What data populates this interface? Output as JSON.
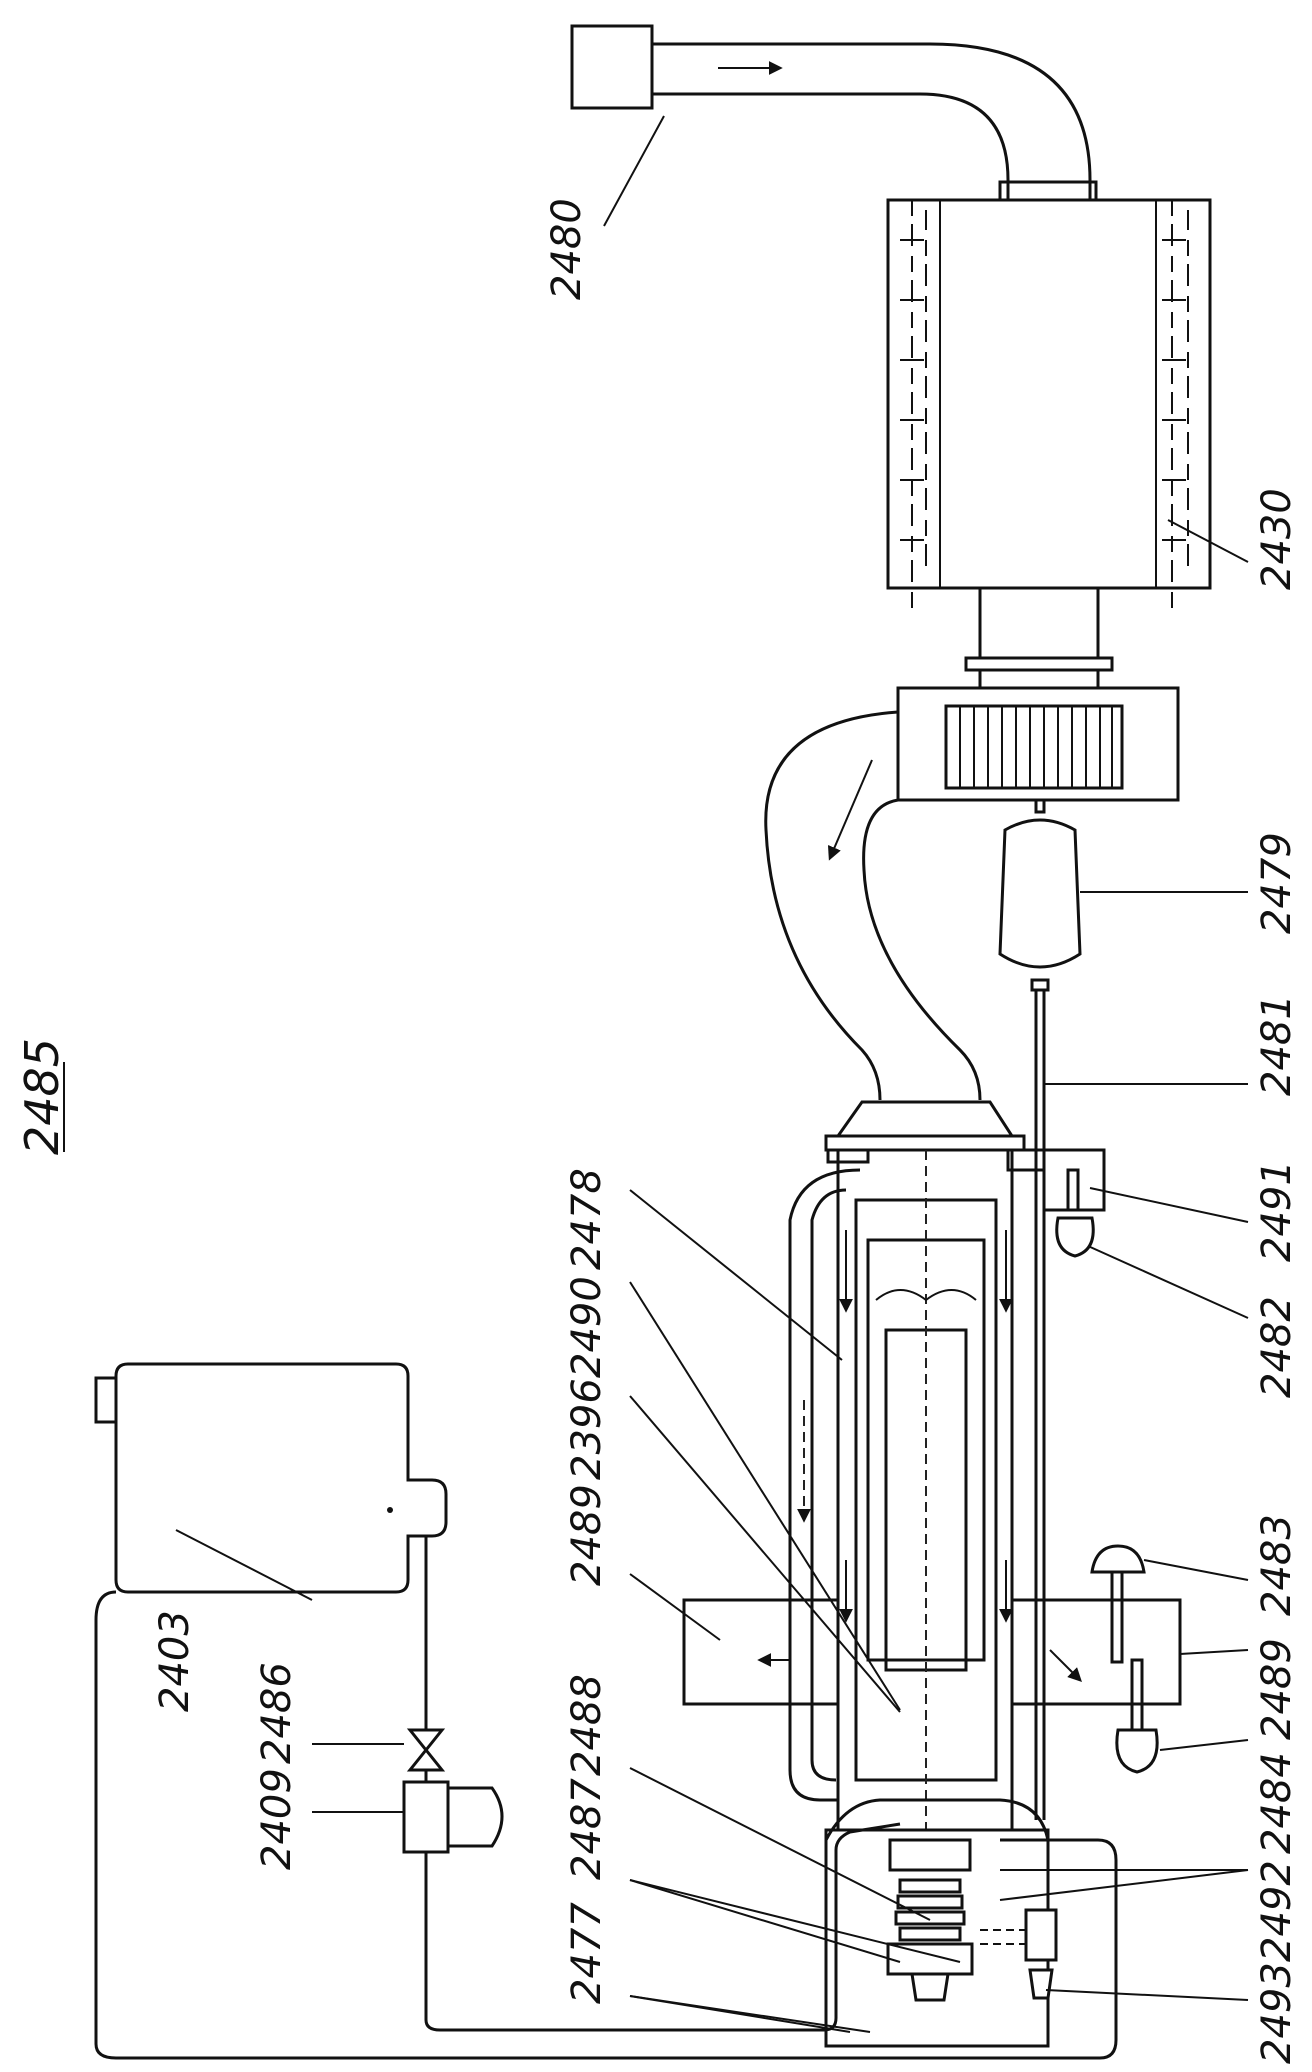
{
  "figure": {
    "reference": "2485",
    "labels": {
      "l2480": "2480",
      "l2430": "2430",
      "l2479": "2479",
      "l2481": "2481",
      "l2491": "2491",
      "l2482": "2482",
      "l2478": "2478",
      "l2490": "2490",
      "l2396": "2396",
      "l2489a": "2489",
      "l2489b": "2489",
      "l2488": "2488",
      "l2487": "2487",
      "l2477": "2477",
      "l2486": "2486",
      "l2403": "2403",
      "l2409": "2409",
      "l2483": "2483",
      "l2484": "2484",
      "l2492": "2492",
      "l2493": "2493"
    }
  }
}
